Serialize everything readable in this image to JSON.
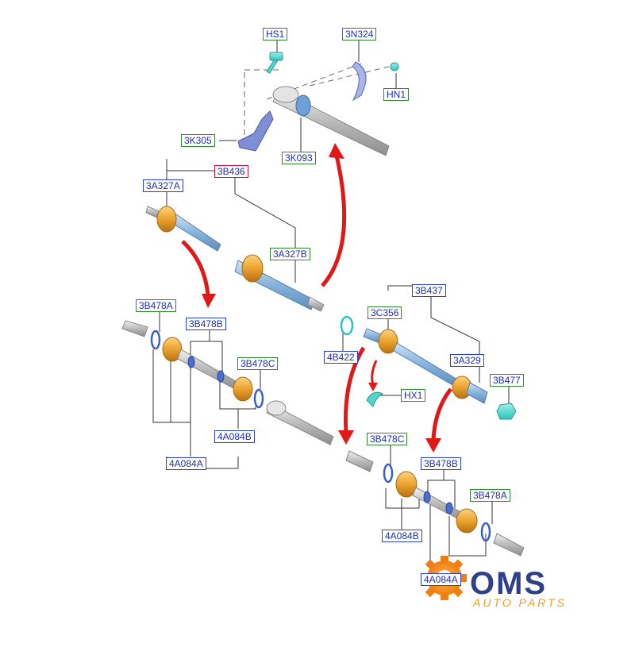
{
  "labels": {
    "hs1": "HS1",
    "n324": "3N324",
    "hn1": "HN1",
    "k305": "3K305",
    "k093": "3K093",
    "b436": "3B436",
    "a327a": "3A327A",
    "a327b": "3A327B",
    "b437": "3B437",
    "c356": "3C356",
    "b422": "4B422",
    "a329": "3A329",
    "b477": "3B477",
    "hx1": "HX1",
    "b478a_l": "3B478A",
    "b478b_l": "3B478B",
    "b478c_l": "3B478C",
    "a084b_l": "4A084B",
    "a084a_l": "4A084A",
    "b478c_r": "3B478C",
    "b478b_r": "3B478B",
    "b478a_r": "3B478A",
    "a084b_r": "4A084B",
    "a084a_r": "4A084A"
  },
  "logo": {
    "main": "OMS",
    "sub": "AUTO PARTS",
    "colors": {
      "navy": "#2f3f88",
      "orange": "#f39a1e"
    }
  },
  "colors": {
    "green_frame": "#2e8b2e",
    "blue_frame": "#2a3fd0",
    "red_frame": "#d0103a",
    "label_text": "#1c2fb8",
    "arrow": "#e01818"
  }
}
